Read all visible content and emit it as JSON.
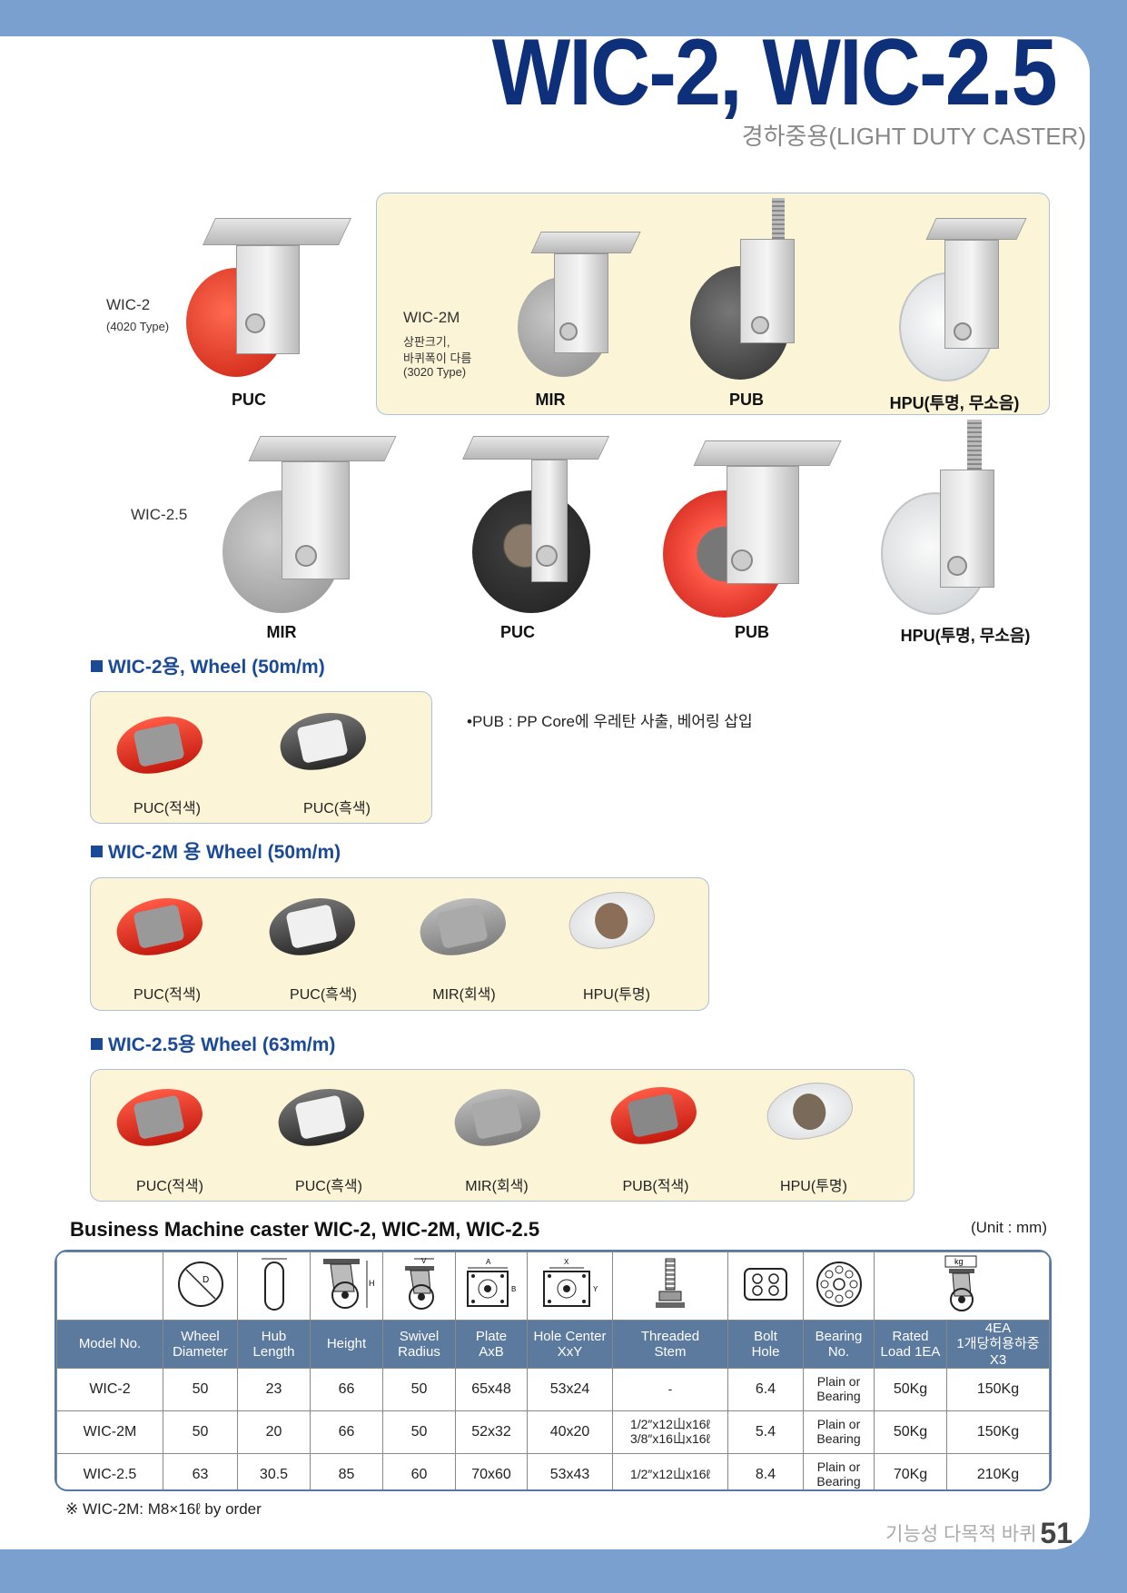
{
  "header": {
    "title": "WIC-2, WIC-2.5",
    "subtitle": "경하중용(LIGHT DUTY CASTER)"
  },
  "wic2": {
    "name": "WIC-2",
    "type": "(4020 Type)",
    "product": "PUC"
  },
  "wic2m": {
    "name": "WIC-2M",
    "note1": "상판크기,",
    "note2": "바퀴폭이 다름",
    "type": "(3020 Type)",
    "products": [
      "MIR",
      "PUB",
      "HPU(투명, 무소음)"
    ]
  },
  "wic25": {
    "name": "WIC-2.5",
    "products": [
      "MIR",
      "PUC",
      "PUB",
      "HPU(투명, 무소음)"
    ]
  },
  "sections": {
    "s1": {
      "title": "WIC-2용, Wheel (50m/m)",
      "wheels": [
        "PUC(적색)",
        "PUC(흑색)"
      ]
    },
    "pub_note": "•PUB : PP Core에 우레탄 사출, 베어링 삽입",
    "s2": {
      "title": "WIC-2M 용 Wheel (50m/m)",
      "wheels": [
        "PUC(적색)",
        "PUC(흑색)",
        "MIR(회색)",
        "HPU(투명)"
      ]
    },
    "s3": {
      "title": "WIC-2.5용 Wheel (63m/m)",
      "wheels": [
        "PUC(적색)",
        "PUC(흑색)",
        "MIR(회색)",
        "PUB(적색)",
        "HPU(투명)"
      ]
    }
  },
  "table": {
    "title": "Business Machine caster WIC-2,  WIC-2M,  WIC-2.5",
    "unit": "(Unit : mm)",
    "columns": [
      {
        "l1": "Model No.",
        "l2": ""
      },
      {
        "l1": "Wheel",
        "l2": "Diameter"
      },
      {
        "l1": "Hub",
        "l2": "Length"
      },
      {
        "l1": "Height",
        "l2": ""
      },
      {
        "l1": "Swivel",
        "l2": "Radius"
      },
      {
        "l1": "Plate",
        "l2": "AxB"
      },
      {
        "l1": "Hole Center",
        "l2": "XxY"
      },
      {
        "l1": "Threaded",
        "l2": "Stem"
      },
      {
        "l1": "Bolt",
        "l2": "Hole"
      },
      {
        "l1": "Bearing",
        "l2": "No."
      },
      {
        "l1": "Rated",
        "l2": "Load 1EA"
      },
      {
        "l1": "4EA",
        "l2": "1개당허용하중X3"
      }
    ],
    "rows": [
      {
        "model": "WIC-2",
        "diameter": "50",
        "hub": "23",
        "height": "66",
        "swivel": "50",
        "plate": "65x48",
        "hole": "53x24",
        "stem1": "-",
        "stem2": "",
        "bolt": "6.4",
        "bearing1": "Plain or",
        "bearing2": "Bearing",
        "rated": "50Kg",
        "four": "150Kg"
      },
      {
        "model": "WIC-2M",
        "diameter": "50",
        "hub": "20",
        "height": "66",
        "swivel": "50",
        "plate": "52x32",
        "hole": "40x20",
        "stem1": "1/2″x12山x16ℓ",
        "stem2": "3/8″x16山x16ℓ",
        "bolt": "5.4",
        "bearing1": "Plain or",
        "bearing2": "Bearing",
        "rated": "50Kg",
        "four": "150Kg"
      },
      {
        "model": "WIC-2.5",
        "diameter": "63",
        "hub": "30.5",
        "height": "85",
        "swivel": "60",
        "plate": "70x60",
        "hole": "53x43",
        "stem1": "1/2″x12山x16ℓ",
        "stem2": "",
        "bolt": "8.4",
        "bearing1": "Plain or",
        "bearing2": "Bearing",
        "rated": "70Kg",
        "four": "210Kg"
      }
    ],
    "icon_letters": {
      "d": "D",
      "h": "H",
      "v": "V",
      "a": "A",
      "b": "B",
      "x": "X",
      "y": "Y",
      "kg": "kg"
    }
  },
  "footnote": "※ WIC-2M: M8×16ℓ by order",
  "footer": {
    "text": "기능성 다목적 바퀴",
    "page": "51"
  },
  "colors": {
    "title": "#0e2f7a",
    "accent": "#1a4a96",
    "table_head": "#5b7a9e",
    "panel": "#fbf4d6",
    "frame": "#7aa0cf"
  }
}
